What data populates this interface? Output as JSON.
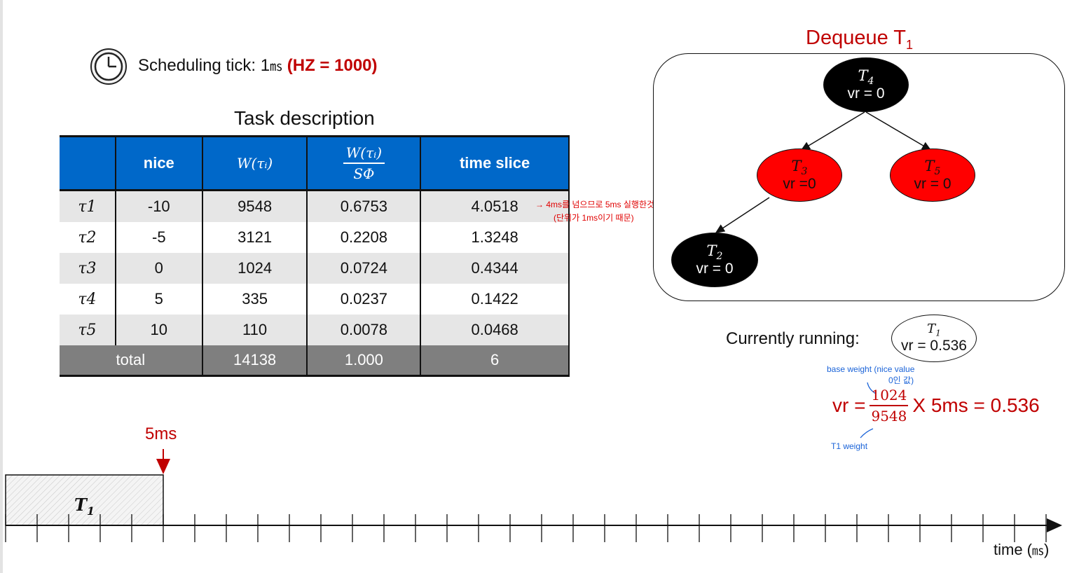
{
  "header": {
    "clock_icon": "clock-icon",
    "tick_label": "Scheduling tick: 1",
    "tick_unit": "㎳",
    "tick_hz": "(HZ = 1000)"
  },
  "table": {
    "title": "Task description",
    "headers": {
      "nice": "nice",
      "weight": "W(τᵢ)",
      "ratio_num": "W(τᵢ)",
      "ratio_den": "SΦ",
      "slice": "time slice"
    },
    "rows": [
      {
        "task": "τ1",
        "nice": "-10",
        "weight": "9548",
        "ratio": "0.6753",
        "slice": "4.0518"
      },
      {
        "task": "τ2",
        "nice": "-5",
        "weight": "3121",
        "ratio": "0.2208",
        "slice": "1.3248"
      },
      {
        "task": "τ3",
        "nice": "0",
        "weight": "1024",
        "ratio": "0.0724",
        "slice": "0.4344"
      },
      {
        "task": "τ4",
        "nice": "5",
        "weight": "335",
        "ratio": "0.0237",
        "slice": "0.1422"
      },
      {
        "task": "τ5",
        "nice": "10",
        "weight": "110",
        "ratio": "0.0078",
        "slice": "0.0468"
      }
    ],
    "total": {
      "label": "total",
      "weight": "14138",
      "ratio": "1.000",
      "slice": "6"
    },
    "note_line1": "→ 4ms를 넘으므로 5ms 실행한것",
    "note_line2": "(단위가 1ms이기 때문)"
  },
  "tree": {
    "title": "Dequeue T",
    "title_sub": "1",
    "nodes": {
      "root": {
        "name": "T",
        "sub": "4",
        "vr": "vr = 0",
        "color": "#000000"
      },
      "left": {
        "name": "T",
        "sub": "3",
        "vr": "vr =0",
        "color": "#ff0000"
      },
      "right": {
        "name": "T",
        "sub": "5",
        "vr": "vr = 0",
        "color": "#ff0000"
      },
      "leftleft": {
        "name": "T",
        "sub": "2",
        "vr": "vr = 0",
        "color": "#000000"
      }
    }
  },
  "current": {
    "label": "Currently running:",
    "name": "T",
    "sub": "1",
    "vr": "vr = 0.536"
  },
  "formula": {
    "lhs": "vr =",
    "num": "1024",
    "den": "9548",
    "rhs": "X 5ms = 0.536",
    "note_top": "base weight (nice value",
    "note_top2": "0인 값)",
    "note_bottom": "T1 weight"
  },
  "timeline": {
    "block_label": "T",
    "block_sub": "1",
    "marker_label": "5ms",
    "axis_label": "time (",
    "axis_unit": "㎳",
    "axis_close": ")"
  }
}
